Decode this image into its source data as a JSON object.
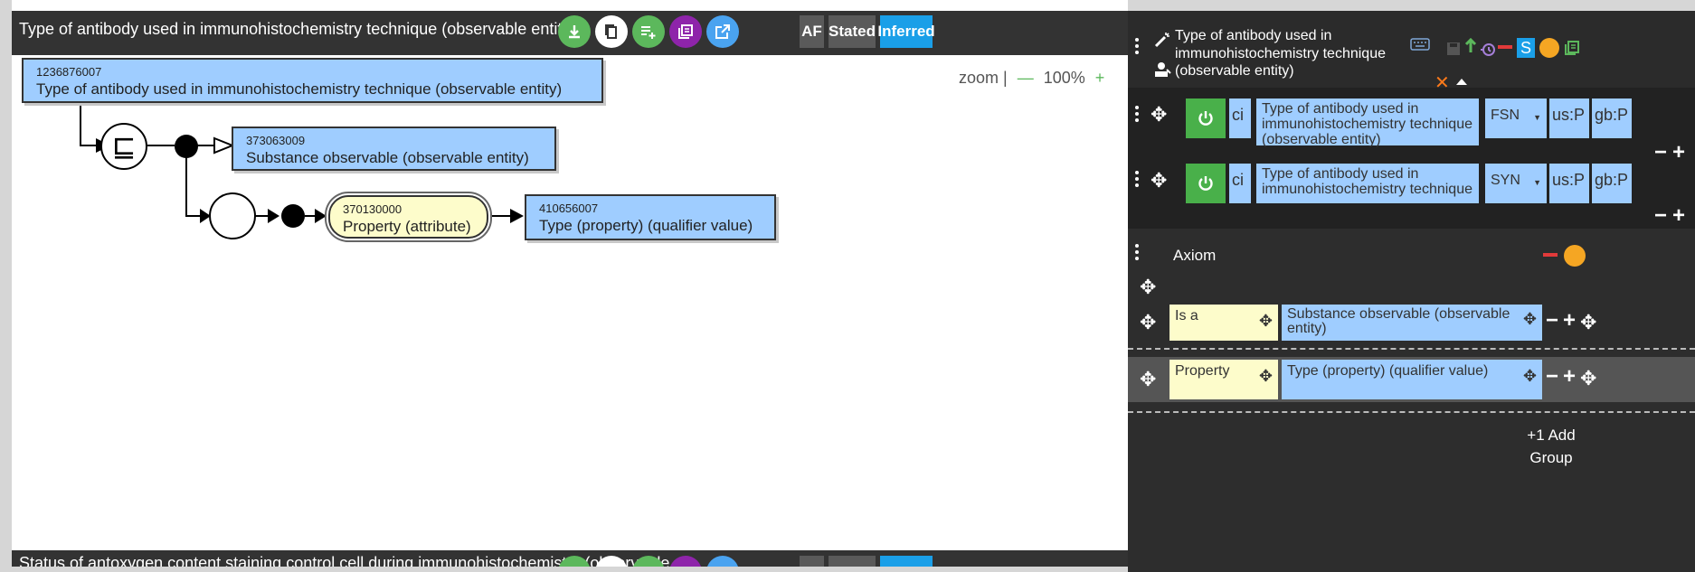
{
  "topbar": {
    "title": "Type of antibody used in immunohistochemistry technique (observable entity)",
    "icons": [
      "download-icon",
      "copy-icon",
      "playlist-add-icon",
      "library-icon",
      "open-external-icon"
    ],
    "af_label": "AF",
    "stated_label": "Stated",
    "inferred_label": "Inferred"
  },
  "colors": {
    "green": "#5cb85c",
    "purple": "#8e24aa",
    "blue": "#4aa3f0",
    "inferred": "#1a9fe8",
    "grey_tag": "#5a5a5a"
  },
  "zoom": {
    "label": "zoom |",
    "minus": "—",
    "value": "100%",
    "plus": "+"
  },
  "diagram": {
    "focus": {
      "sctid": "1236876007",
      "label": "Type of antibody used in immunohistochemistry technique (observable entity)"
    },
    "parent": {
      "sctid": "373063009",
      "label": "Substance observable (observable entity)"
    },
    "attribute": {
      "sctid": "370130000",
      "label": "Property (attribute)"
    },
    "value": {
      "sctid": "410656007",
      "label": "Type (property) (qualifier value)"
    },
    "definition_symbol": "⊑"
  },
  "bottom_bar": {
    "title": "Status of antoxygen content staining control cell during immunohistochemistry (observable"
  },
  "panel": {
    "title": "Type of antibody used in immunohistochemistry technique (observable entity)",
    "icons": [
      "magic-wand-icon",
      "user-icon",
      "keyboard-icon",
      "save-icon",
      "promote-icon",
      "history-icon",
      "remove-icon",
      "s-badge-icon",
      "status-dot-icon",
      "copy-concept-icon",
      "close-icon",
      "collapse-icon"
    ],
    "s_badge": "S",
    "descriptions": [
      {
        "case": "ci",
        "term": "Type of antibody used in immunohistochemistry technique (observable entity)",
        "type": "FSN",
        "us": "us:P",
        "gb": "gb:P"
      },
      {
        "case": "ci",
        "term": "Type of antibody used in immunohistochemistry technique",
        "type": "SYN",
        "us": "us:P",
        "gb": "gb:P"
      }
    ],
    "axiom": {
      "label": "Axiom",
      "relationships": [
        {
          "type": "Is a",
          "target": "Substance observable (observable entity)"
        },
        {
          "type": "Property",
          "target": "Type (property) (qualifier value)"
        }
      ]
    },
    "add_group_line1": "+1 Add",
    "add_group_line2": "Group"
  }
}
